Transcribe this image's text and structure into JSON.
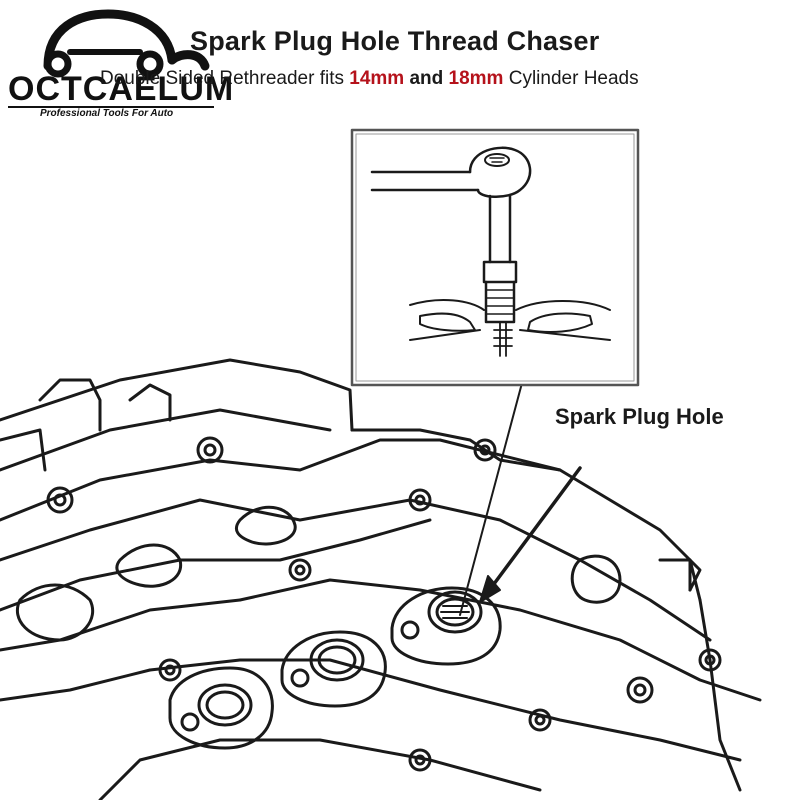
{
  "brand": {
    "name": "OCTCAELUM",
    "tagline": "Professional Tools For Auto",
    "logo_icon": "wrench-car-logo-icon"
  },
  "header": {
    "title": "Spark Plug Hole Thread Chaser",
    "subtitle_pre": "Double Sided Rethreader fits ",
    "size_a": "14mm",
    "subtitle_mid": " and ",
    "size_b": "18mm",
    "subtitle_post": " Cylinder Heads"
  },
  "callout": {
    "label": "Spark Plug Hole"
  },
  "colors": {
    "accent_red": "#b5121b",
    "ink": "#1a1a1a",
    "background": "#ffffff"
  }
}
